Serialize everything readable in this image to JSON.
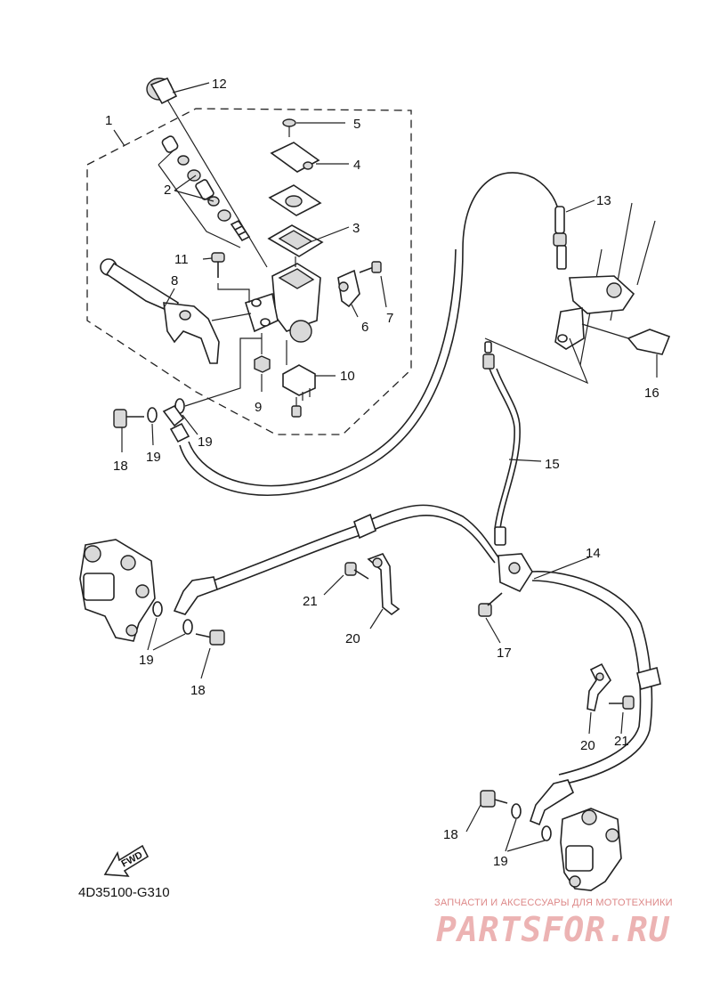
{
  "diagram_code": "4D35100-G310",
  "fwd_label": "FWD",
  "watermark": {
    "line1": "ЗАПЧАСТИ И АКСЕССУАРЫ ДЛЯ МОТОТЕХНИКИ",
    "logo": "PARTSFOR.RU"
  },
  "callouts": {
    "c1": "1",
    "c2": "2",
    "c3": "3",
    "c4": "4",
    "c5": "5",
    "c6": "6",
    "c7": "7",
    "c8": "8",
    "c9": "9",
    "c10": "10",
    "c11": "11",
    "c12": "12",
    "c13": "13",
    "c14": "14",
    "c15": "15",
    "c16": "16",
    "c17": "17",
    "c18a": "18",
    "c18b": "18",
    "c18c": "18",
    "c19a": "19",
    "c19b": "19",
    "c19c": "19",
    "c19d": "19",
    "c20a": "20",
    "c20b": "20",
    "c21a": "21",
    "c21b": "21"
  }
}
